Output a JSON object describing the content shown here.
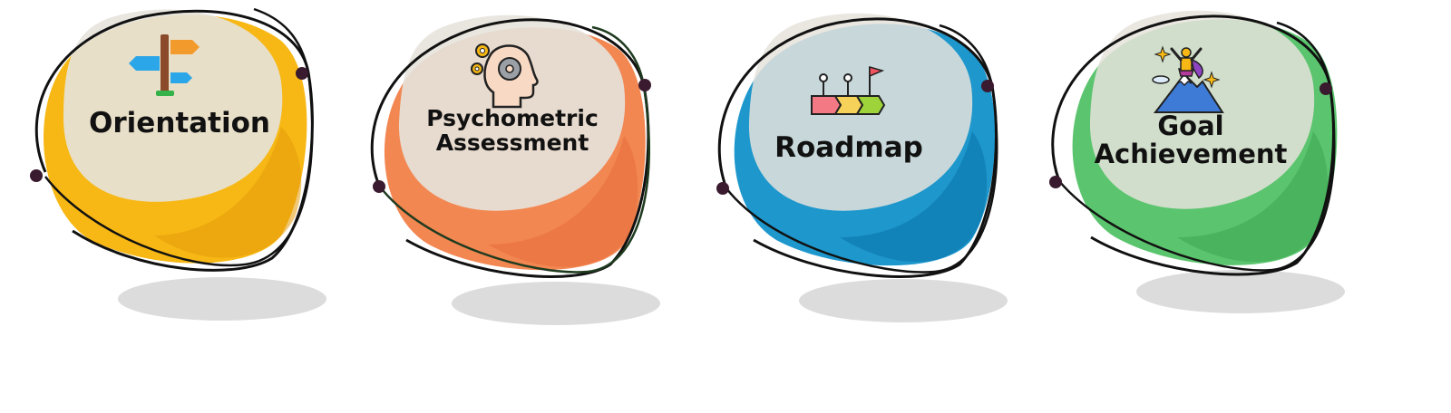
{
  "steps": [
    {
      "lines": [
        "Orientation"
      ],
      "icon": "signpost-icon",
      "color": "#F7B815",
      "color_dark": "#E39A09"
    },
    {
      "lines": [
        "Psychometric",
        "Assessment"
      ],
      "icon": "head-gears-icon",
      "color": "#F28752",
      "color_dark": "#E76B3A"
    },
    {
      "lines": [
        "Roadmap"
      ],
      "icon": "roadmap-flag-icon",
      "color": "#1E97CC",
      "color_dark": "#0A76AC"
    },
    {
      "lines": [
        "Goal",
        "Achievement"
      ],
      "icon": "mountain-summit-icon",
      "color": "#5BC46E",
      "color_dark": "#3DAA52"
    }
  ],
  "colors": {
    "pale_overlay": "#E6E3DC",
    "outline": "#111111",
    "node": "#3A1A2E"
  }
}
